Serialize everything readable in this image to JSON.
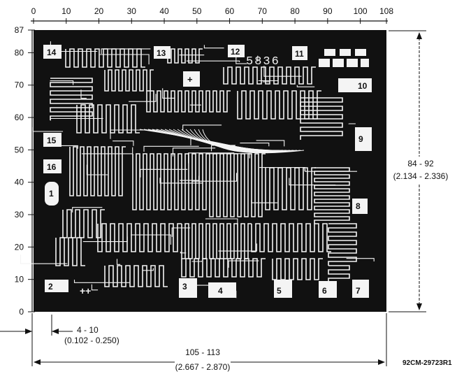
{
  "chip_marking": "5836",
  "drawing_number": "92CM-29723R1",
  "top_scale": {
    "ticks": [
      0,
      10,
      20,
      30,
      40,
      50,
      60,
      70,
      80,
      90,
      100,
      108
    ]
  },
  "left_scale": {
    "ticks": [
      0,
      10,
      20,
      30,
      40,
      50,
      60,
      70,
      80,
      87
    ]
  },
  "pads": [
    "14",
    "13",
    "12",
    "11",
    "10",
    "9",
    "15",
    "16",
    "1",
    "8",
    "2",
    "3",
    "4",
    "5",
    "6",
    "7"
  ],
  "pad_marks": "++",
  "dimensions": {
    "height_label": "84 - 92",
    "height_metric": "(2.134 - 2.336)",
    "offset_label": "4 - 10",
    "offset_metric": "(0.102 - 0.250)",
    "width_label": "105 - 113",
    "width_metric": "(2.667 - 2.870)"
  },
  "colors": {
    "die": "#111111",
    "trace": "#f4f4f4",
    "line": "#111111"
  }
}
